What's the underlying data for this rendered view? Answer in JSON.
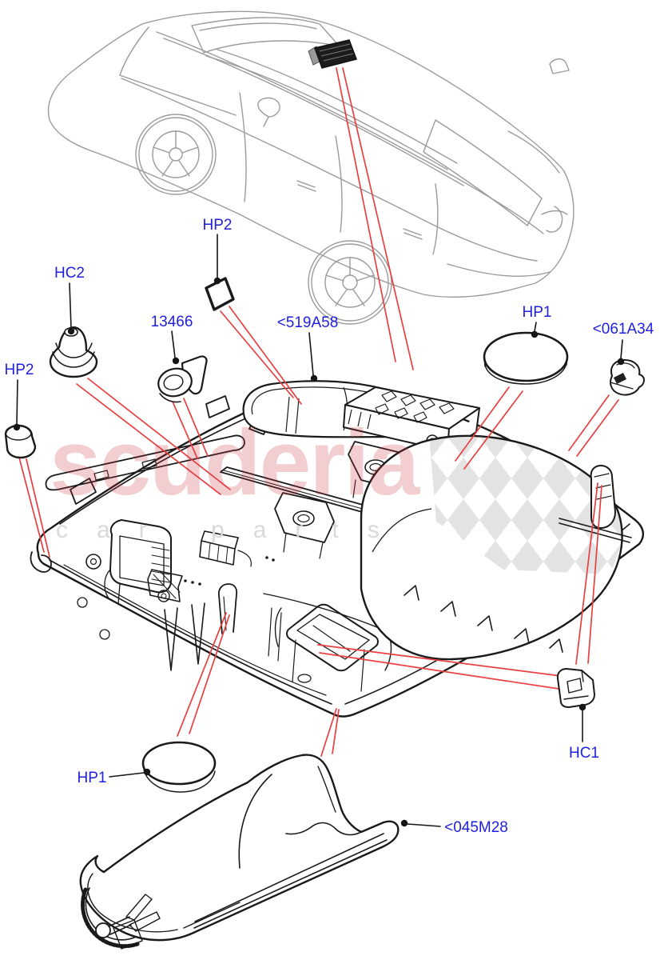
{
  "watermark": {
    "brand": "scuderia",
    "tagline": "car parts",
    "brand_color": "rgba(204,51,63,0.24)",
    "tagline_color": "#d9d9d9"
  },
  "colors": {
    "label_blue": "#1f1fe0",
    "callout_red": "#e84040",
    "line_black": "#1a1a1a",
    "vehicle_gray": "#9b9b9b",
    "checker_gray": "#e3e3e3"
  },
  "diagram": {
    "vehicle": "SUV rear three-quarter line drawing",
    "assembly": "Overhead console and components exploded view",
    "labels": [
      {
        "id": "hp2-top",
        "text": "HP2"
      },
      {
        "id": "hc2",
        "text": "HC2"
      },
      {
        "id": "13466",
        "text": "13466"
      },
      {
        "id": "519a58",
        "text": "<519A58"
      },
      {
        "id": "hp1-right",
        "text": "HP1"
      },
      {
        "id": "061a34",
        "text": "<061A34"
      },
      {
        "id": "hp2-left",
        "text": "HP2"
      },
      {
        "id": "hp1-bottom",
        "text": "HP1"
      },
      {
        "id": "hc1",
        "text": "HC1"
      },
      {
        "id": "045m28",
        "text": "<045M28"
      }
    ]
  }
}
